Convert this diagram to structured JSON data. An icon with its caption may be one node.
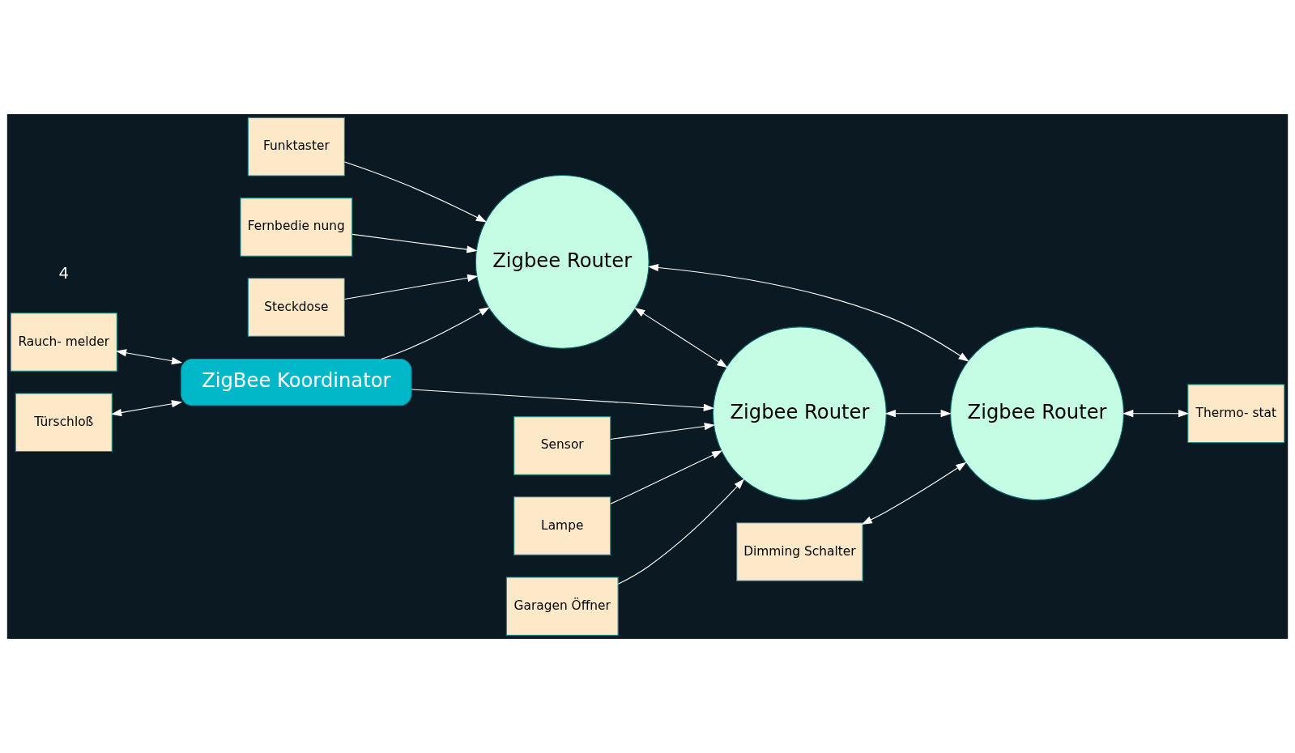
{
  "diagram": {
    "nodes": [
      {
        "text": [
          "Rauch- melder"
        ]
      },
      {
        "text": [
          "Türschloß"
        ]
      },
      {
        "text": [
          "ZigBee Koordinator"
        ]
      },
      {
        "text": [
          "Fernbedie nung"
        ]
      },
      {
        "text": [
          "Steckdose"
        ]
      },
      {
        "text": [
          "Funktaster"
        ]
      },
      {
        "text": [
          "Zigbee Router"
        ]
      },
      {
        "text": [
          "Zigbee Router"
        ]
      },
      {
        "text": [
          "Zigbee Router"
        ]
      },
      {
        "text": [
          "Lampe"
        ]
      },
      {
        "text": [
          "Garagen Öffner"
        ]
      },
      {
        "text": [
          "Sensor"
        ]
      },
      {
        "text": [
          "Dimming Schalter"
        ]
      },
      {
        "text": [
          "Thermo- stat"
        ]
      }
    ],
    "edges": [
      {
        "from": 0,
        "to": 2,
        "arrow": "both"
      },
      {
        "from": 1,
        "to": 2,
        "arrow": "both"
      },
      {
        "from": 2,
        "to": 6,
        "arrow": "to"
      },
      {
        "from": 2,
        "to": 7,
        "arrow": "to"
      },
      {
        "from": 3,
        "to": 6,
        "arrow": "to"
      },
      {
        "from": 4,
        "to": 6,
        "arrow": "to"
      },
      {
        "from": 5,
        "to": 6,
        "arrow": "to"
      },
      {
        "from": 6,
        "to": 7,
        "arrow": "both"
      },
      {
        "from": 6,
        "to": 8,
        "arrow": "both"
      },
      {
        "from": 7,
        "to": 8,
        "arrow": "both"
      },
      {
        "from": 9,
        "to": 7,
        "arrow": "to"
      },
      {
        "from": 10,
        "to": 7,
        "arrow": "to"
      },
      {
        "from": 11,
        "to": 7,
        "arrow": "to"
      },
      {
        "from": 12,
        "to": 8,
        "arrow": "both"
      },
      {
        "from": 8,
        "to": 13,
        "arrow": "both"
      }
    ],
    "labels": [
      "4"
    ]
  }
}
